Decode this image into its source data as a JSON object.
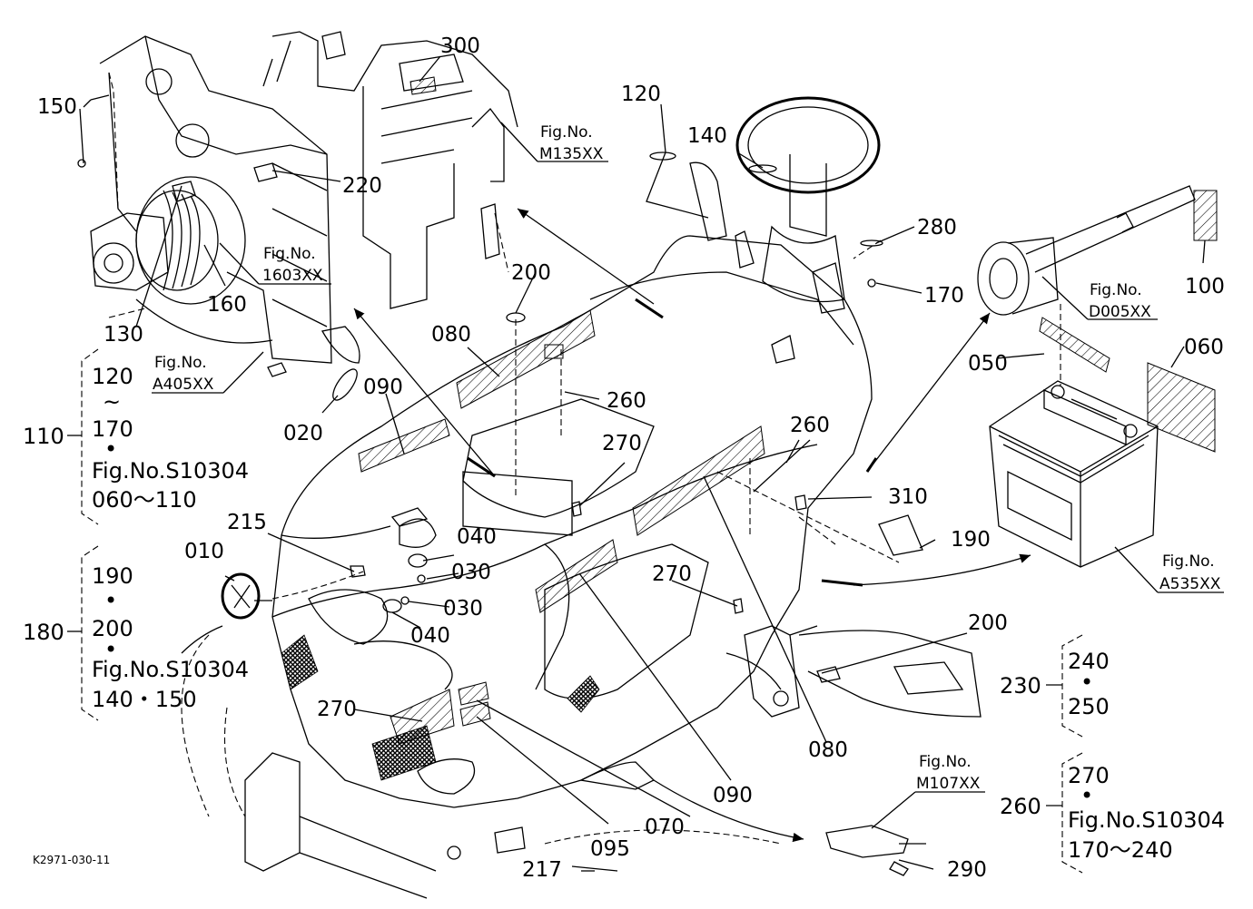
{
  "diagram_code": "K2971-030-11",
  "parts": [
    {
      "id": "p300",
      "text": "300"
    },
    {
      "id": "p150",
      "text": "150"
    },
    {
      "id": "p220",
      "text": "220"
    },
    {
      "id": "p160",
      "text": "160"
    },
    {
      "id": "p130",
      "text": "130"
    },
    {
      "id": "p120",
      "text": "120"
    },
    {
      "id": "p140",
      "text": "140"
    },
    {
      "id": "p280",
      "text": "280"
    },
    {
      "id": "p170",
      "text": "170"
    },
    {
      "id": "p100",
      "text": "100"
    },
    {
      "id": "p200a",
      "text": "200"
    },
    {
      "id": "p080a",
      "text": "080"
    },
    {
      "id": "p260a",
      "text": "260"
    },
    {
      "id": "p050",
      "text": "050"
    },
    {
      "id": "p060",
      "text": "060"
    },
    {
      "id": "p090a",
      "text": "090"
    },
    {
      "id": "p020",
      "text": "020"
    },
    {
      "id": "p270a",
      "text": "270"
    },
    {
      "id": "p260b",
      "text": "260"
    },
    {
      "id": "p310",
      "text": "310"
    },
    {
      "id": "p190",
      "text": "190"
    },
    {
      "id": "p215",
      "text": "215"
    },
    {
      "id": "p040a",
      "text": "040"
    },
    {
      "id": "p010",
      "text": "010"
    },
    {
      "id": "p030a",
      "text": "030"
    },
    {
      "id": "p030b",
      "text": "030"
    },
    {
      "id": "p270b",
      "text": "270"
    },
    {
      "id": "p040b",
      "text": "040"
    },
    {
      "id": "p200b",
      "text": "200"
    },
    {
      "id": "p270c",
      "text": "270"
    },
    {
      "id": "p080b",
      "text": "080"
    },
    {
      "id": "p090b",
      "text": "090"
    },
    {
      "id": "p070",
      "text": "070"
    },
    {
      "id": "p095",
      "text": "095"
    },
    {
      "id": "p217",
      "text": "217"
    },
    {
      "id": "p290",
      "text": "290"
    }
  ],
  "figure_refs": [
    {
      "id": "m135",
      "label": "Fig.No.",
      "code": "M135XX"
    },
    {
      "id": "f1603",
      "label": "Fig.No.",
      "code": "1603XX"
    },
    {
      "id": "a405",
      "label": "Fig.No.",
      "code": "A405XX"
    },
    {
      "id": "d005",
      "label": "Fig.No.",
      "code": "D005XX"
    },
    {
      "id": "a535",
      "label": "Fig.No.",
      "code": "A535XX"
    },
    {
      "id": "m107",
      "label": "Fig.No.",
      "code": "M107XX"
    }
  ],
  "groups": [
    {
      "id": "g110",
      "number": "110",
      "lines": [
        "120",
        "~",
        "170",
        "•",
        "Fig.No.S10304",
        "060～110"
      ]
    },
    {
      "id": "g180",
      "number": "180",
      "lines": [
        "190",
        "•",
        "200",
        "•",
        "Fig.No.S10304",
        "140・150"
      ]
    },
    {
      "id": "g230",
      "number": "230",
      "lines": [
        "240",
        "•",
        "250"
      ]
    },
    {
      "id": "g260",
      "number": "260",
      "lines": [
        "270",
        "•",
        "Fig.No.S10304",
        "170～240"
      ]
    }
  ]
}
